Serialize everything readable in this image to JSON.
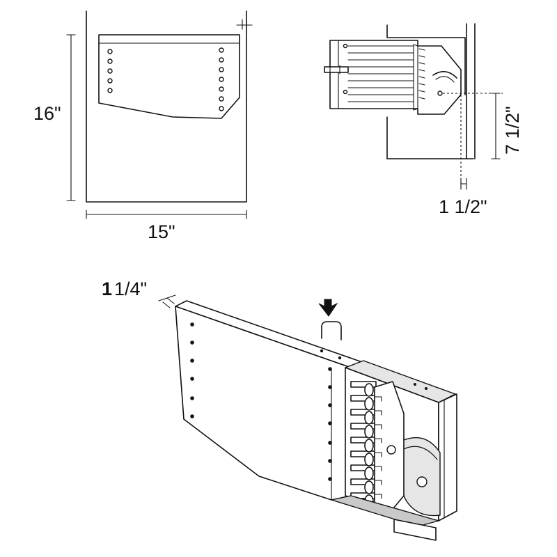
{
  "dimensions": {
    "height": "16\"",
    "width": "15\"",
    "offset_vertical": "7 1/2\"",
    "offset_horizontal": "1 1/2\"",
    "depth_whole": "1",
    "depth_fraction": " 1/4\""
  },
  "colors": {
    "line": "#111111",
    "background": "#ffffff",
    "shade_light": "#e6e6e6",
    "shade_dark": "#c9c9c9"
  },
  "icons": [
    "down-arrow-icon",
    "staple-icon"
  ]
}
